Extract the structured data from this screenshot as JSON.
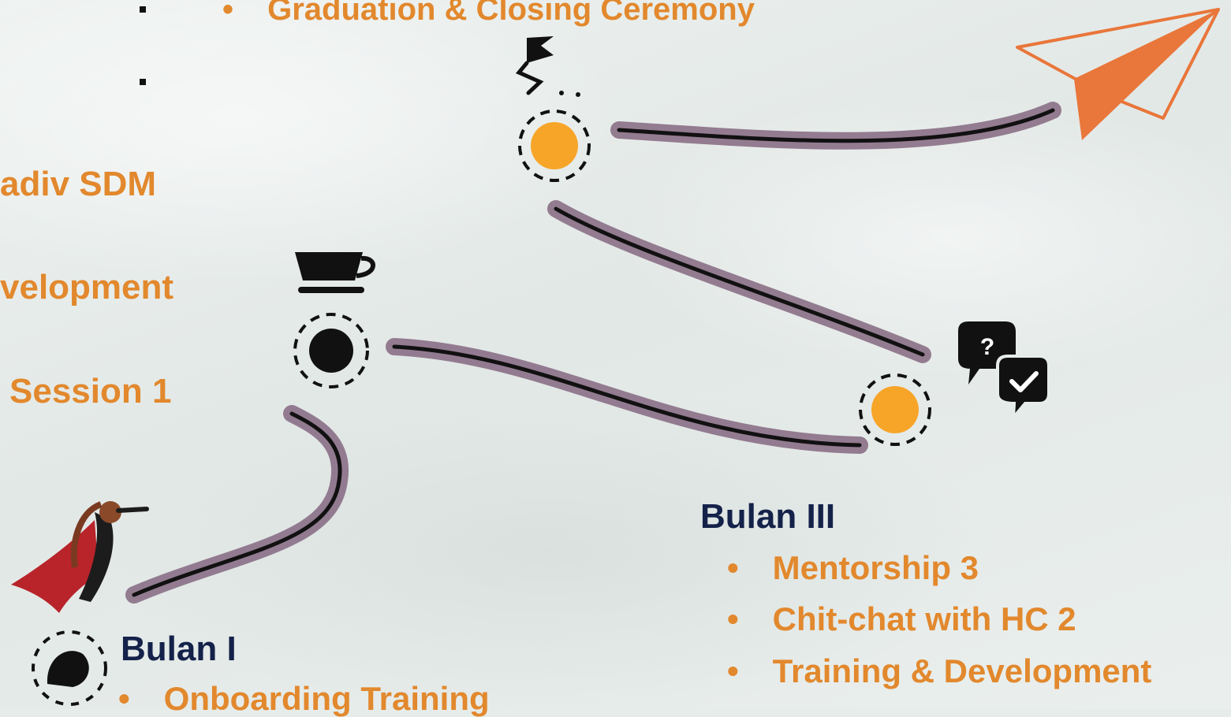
{
  "top_item": "Graduation & Closing Ceremony",
  "left_fragments": [
    "adiv SDM",
    "velopment",
    "Session 1"
  ],
  "bulan1": {
    "heading": "Bulan I",
    "items": [
      "Onboarding Training"
    ]
  },
  "bulan3": {
    "heading": "Bulan III",
    "items": [
      "Mentorship 3",
      "Chit-chat with HC 2",
      "Training & Development"
    ]
  },
  "icons": {
    "flag": "flag-icon",
    "coffee": "coffee-cup-icon",
    "chat": "question-and-check-chat-icon",
    "plane": "paper-plane-icon",
    "hero": "caped-hero-figure",
    "seed": "seed-icon"
  },
  "colors": {
    "orange": "#e2882d",
    "navy": "#14224a",
    "node": "#f7a529",
    "path_outer": "#8a6f86",
    "path_inner": "#111111",
    "plane": "#e9763a"
  }
}
